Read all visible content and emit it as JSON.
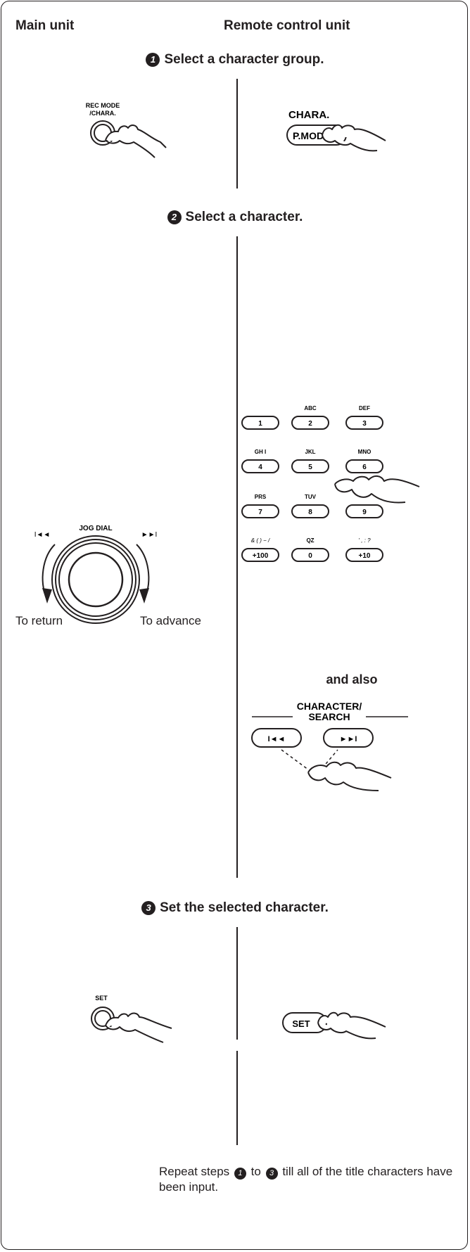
{
  "header": {
    "main_unit": "Main unit",
    "remote_unit": "Remote control unit"
  },
  "steps": [
    {
      "number": "1",
      "text": "Select a character group."
    },
    {
      "number": "2",
      "text": "Select a character."
    },
    {
      "number": "3",
      "text": "Set the selected character."
    }
  ],
  "main_unit": {
    "rec_mode_label_1": "REC MODE",
    "rec_mode_label_2": "/CHARA.",
    "jog_dial_label": "JOG DIAL",
    "jog_left_symbol": "I◄◄",
    "jog_right_symbol": "►►I",
    "to_return": "To return",
    "to_advance": "To advance",
    "set_label": "SET"
  },
  "remote": {
    "chara_label": "CHARA.",
    "pmode_button": "P.MOD",
    "keypad": [
      {
        "key": "1",
        "letters": ""
      },
      {
        "key": "2",
        "letters": "ABC"
      },
      {
        "key": "3",
        "letters": "DEF"
      },
      {
        "key": "4",
        "letters": "GH I"
      },
      {
        "key": "5",
        "letters": "JKL"
      },
      {
        "key": "6",
        "letters": "MNO"
      },
      {
        "key": "7",
        "letters": "PRS"
      },
      {
        "key": "8",
        "letters": "TUV"
      },
      {
        "key": "9",
        "letters": ""
      },
      {
        "key": "+100",
        "letters": "& (   ) − /"
      },
      {
        "key": "0",
        "letters": "QZ"
      },
      {
        "key": "+10",
        "letters": "'   ,   :   ?"
      }
    ],
    "and_also": "and also",
    "char_search_1": "CHARACTER/",
    "char_search_2": "SEARCH",
    "prev_symbol": "I◄◄",
    "next_symbol": "►►I",
    "set_button": "SET"
  },
  "note": {
    "prefix": "Repeat steps",
    "from": "1",
    "to_word": "to",
    "to": "3",
    "suffix": "till all of the title characters have been input."
  }
}
